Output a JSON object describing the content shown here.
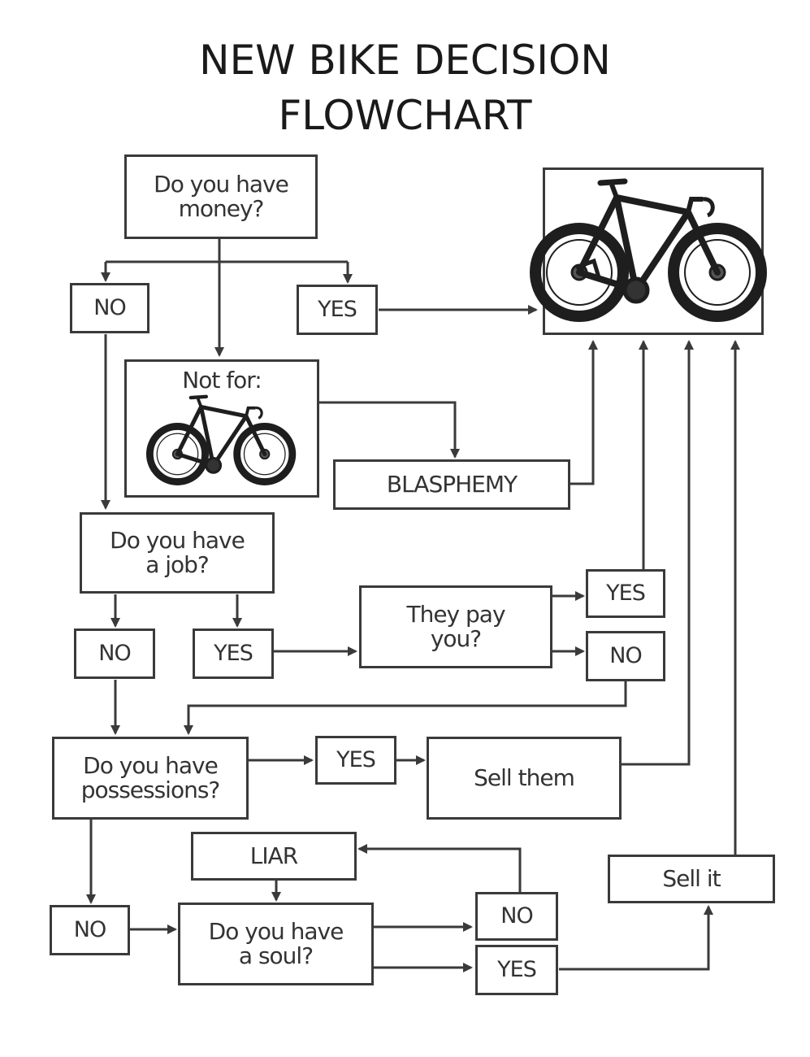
{
  "title": {
    "line1": "NEW BIKE DECISION",
    "line2": "FLOWCHART"
  },
  "nodes": {
    "money": "Do you have\nmoney?",
    "money_no": "NO",
    "money_yes": "YES",
    "not_for": "Not for:",
    "blasphemy": "BLASPHEMY",
    "job": "Do you have\na job?",
    "job_no": "NO",
    "job_yes": "YES",
    "pay": "They pay\nyou?",
    "pay_yes": "YES",
    "pay_no": "NO",
    "possessions": "Do you have\npossessions?",
    "poss_yes": "YES",
    "sell_them": "Sell them",
    "liar": "LIAR",
    "poss_no": "NO",
    "soul": "Do you have\na soul?",
    "soul_no": "NO",
    "soul_yes": "YES",
    "sell_it": "Sell it"
  },
  "icons": {
    "main_bike": "road-bike-icon",
    "notfor_bike": "road-bike-icon"
  },
  "colors": {
    "line": "#3a3a3a",
    "frame": "#2a2a2a"
  }
}
